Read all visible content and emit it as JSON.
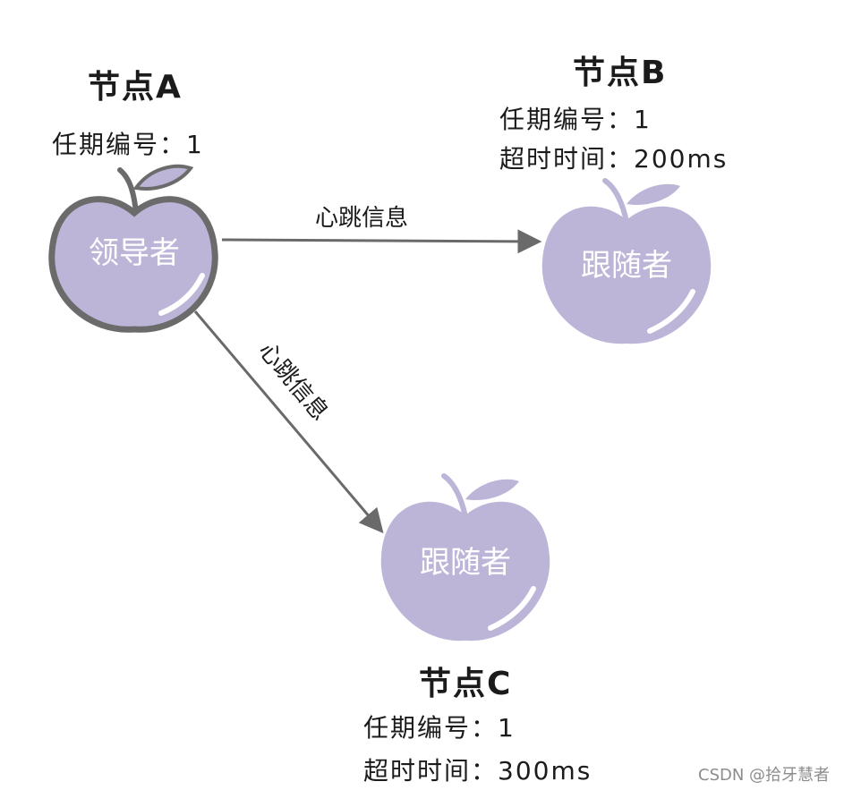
{
  "nodes": {
    "a": {
      "title": "节点A",
      "term": "任期编号：1",
      "role": "领导者"
    },
    "b": {
      "title": "节点B",
      "term": "任期编号：1",
      "timeout": "超时时间：200ms",
      "role": "跟随者"
    },
    "c": {
      "title": "节点C",
      "term": "任期编号：1",
      "timeout": "超时时间：300ms",
      "role": "跟随者"
    }
  },
  "edges": {
    "a_to_b": {
      "label": "心跳信息"
    },
    "a_to_c": {
      "label": "心跳信息"
    }
  },
  "colors": {
    "apple_fill": "#bdb5d8",
    "leader_outline": "#6b6b6b",
    "stem": "#6b6b6b",
    "arrow": "#6a6a6a",
    "white_text": "#ffffff"
  },
  "watermark": "CSDN @拾牙慧者"
}
